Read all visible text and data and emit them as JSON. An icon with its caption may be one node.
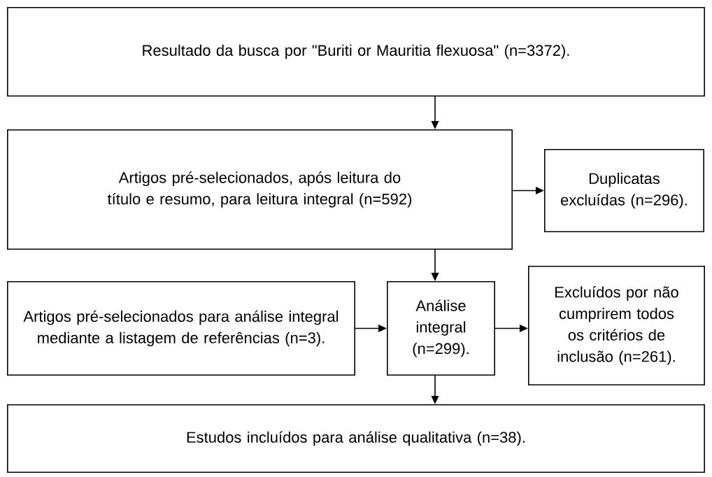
{
  "diagram": {
    "nodes": [
      {
        "text": [
          "Resultado da busca por \"Buriti or Mauritia flexuosa\" (n=3372)."
        ]
      },
      {
        "text": [
          "Artigos pré-selecionados, após leitura do título e resumo, para leitura integral (n=592)"
        ]
      },
      {
        "text": [
          "Duplicatas excluídas (n=296)."
        ]
      },
      {
        "text": [
          "Artigos pré-selecionados para análise integral mediante a listagem de referências (n=3)."
        ]
      },
      {
        "text": [
          "Análise integral (n=299)."
        ]
      },
      {
        "text": [
          "Excluídos por não cumprirem todos os critérios de inclusão (n=261)."
        ]
      },
      {
        "text": [
          "Estudos incluídos para análise qualitativa (n=38)."
        ]
      }
    ],
    "edges": [
      {
        "from": 0,
        "to": 1,
        "arrow": "to"
      },
      {
        "from": 1,
        "to": 2,
        "arrow": "to"
      },
      {
        "from": 1,
        "to": 4,
        "arrow": "to"
      },
      {
        "from": 3,
        "to": 4,
        "arrow": "to"
      },
      {
        "from": 4,
        "to": 5,
        "arrow": "to"
      },
      {
        "from": 4,
        "to": 6,
        "arrow": "to"
      }
    ]
  }
}
